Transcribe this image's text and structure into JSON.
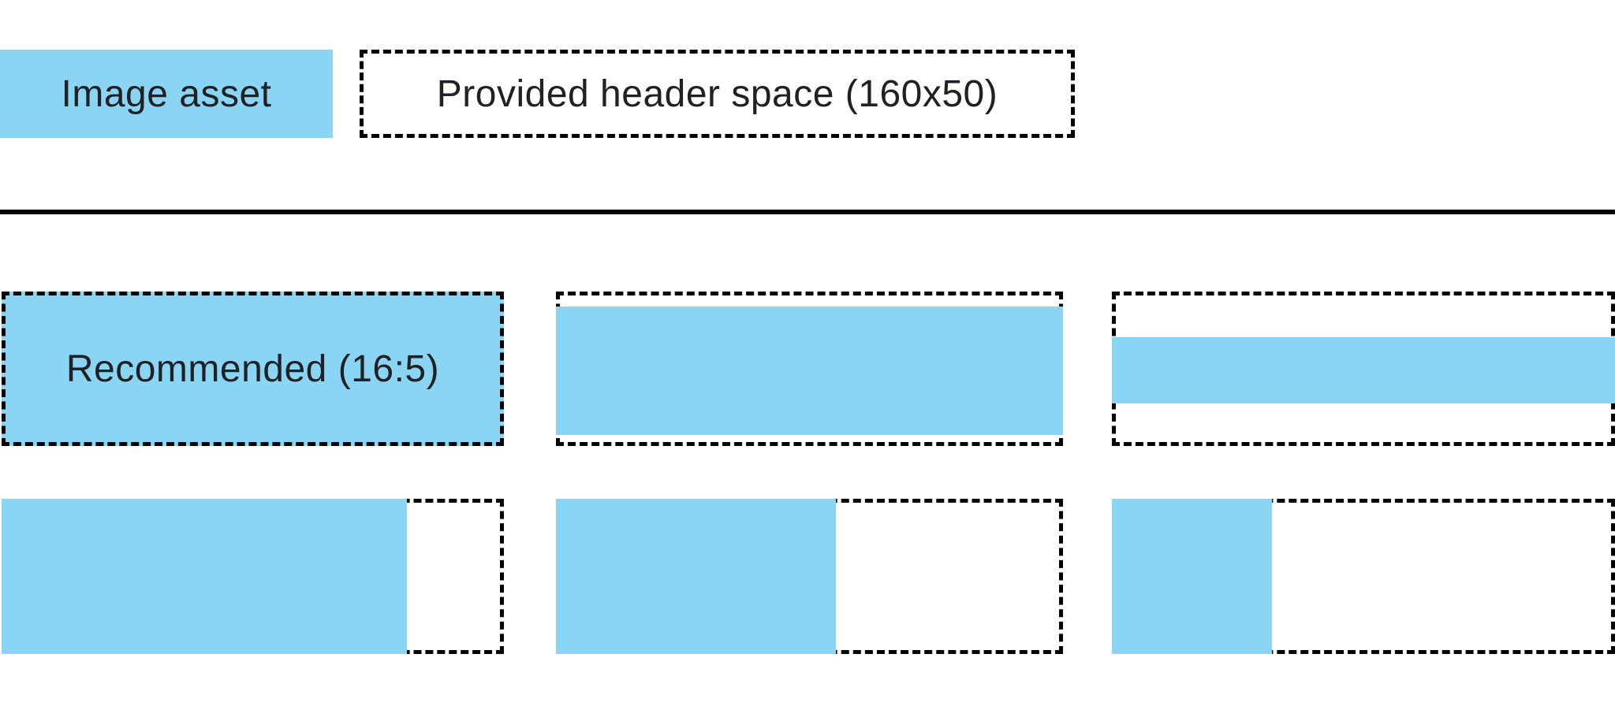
{
  "colors": {
    "asset_blue": "#8bd5f4",
    "line": "#000000",
    "text": "#202124",
    "background": "#ffffff"
  },
  "legend": {
    "image_asset_label": "Image asset",
    "header_space_label": "Provided header space (160x50)"
  },
  "examples": {
    "recommended_label": "Recommended (16:5)",
    "cells": [
      {
        "id": "recommended-16-5",
        "fill": "full-box",
        "label": "Recommended (16:5)"
      },
      {
        "id": "slightly-shorter",
        "fill": "full-width-letterboxed",
        "label": ""
      },
      {
        "id": "thin-band",
        "fill": "full-width-thin-band",
        "label": ""
      },
      {
        "id": "wide-partial",
        "fill": "left-82-percent-width",
        "label": ""
      },
      {
        "id": "half-partial",
        "fill": "left-55-percent-width",
        "label": ""
      },
      {
        "id": "narrow-partial",
        "fill": "left-32-percent-width",
        "label": ""
      }
    ]
  }
}
